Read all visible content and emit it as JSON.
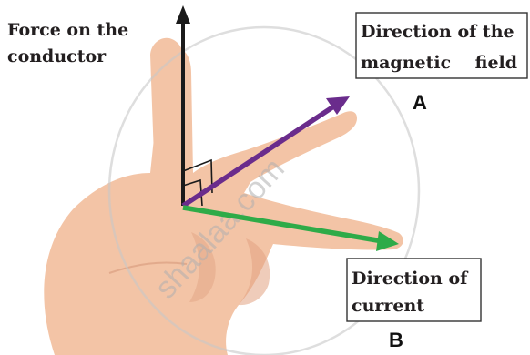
{
  "labels": {
    "force": [
      "Force on the",
      "conductor"
    ],
    "field": [
      "Direction of the",
      "magnetic    field"
    ],
    "field_letter": "A",
    "current": [
      "Direction of",
      "current"
    ],
    "current_letter": "B"
  },
  "watermark": "shaalaa.com",
  "colors": {
    "force_arrow": "#1a1a1a",
    "field_arrow": "#6a2c8c",
    "current_arrow": "#2eab48",
    "skin": "#f3c4a6",
    "skin_shadow": "#e1a281",
    "box_border": "#333333"
  }
}
